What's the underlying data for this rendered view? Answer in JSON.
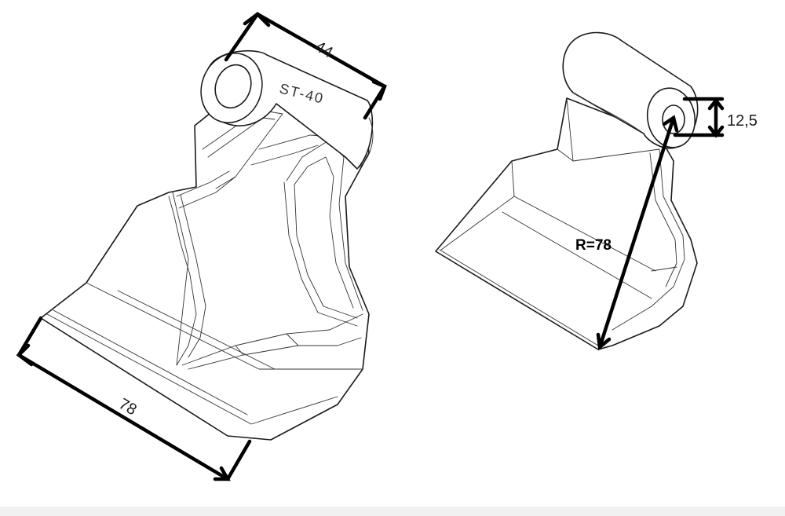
{
  "left_view": {
    "engraving": "ST-40",
    "dim_top_width": "44",
    "dim_bottom_width": "78"
  },
  "right_view": {
    "dim_hole": "12,5",
    "dim_radius": "R=78"
  },
  "colors": {
    "line": "#1a1a1a",
    "dimension": "#000000",
    "background": "#ffffff"
  }
}
